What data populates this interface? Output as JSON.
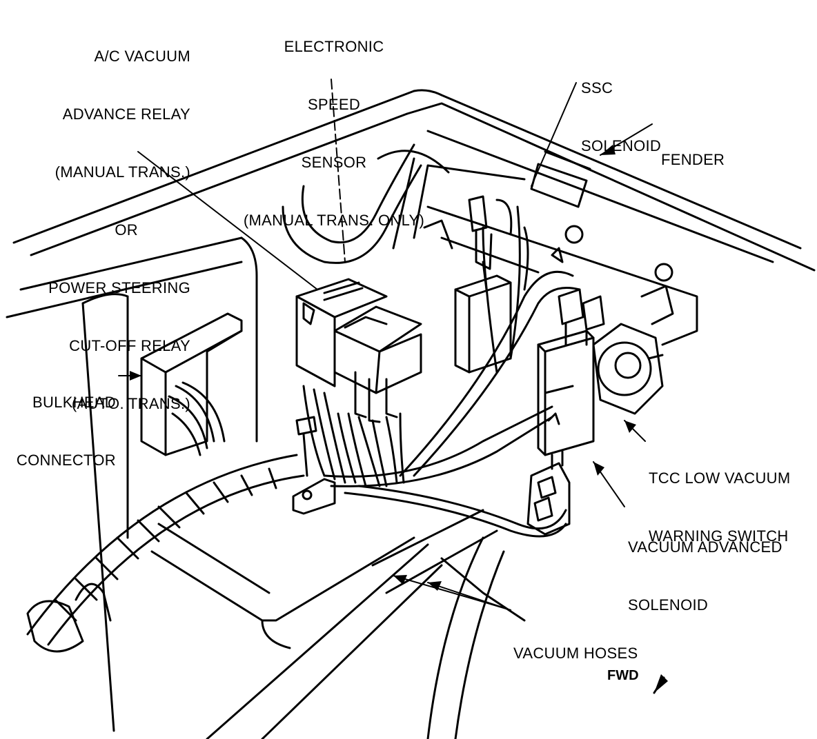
{
  "labels": {
    "ac_relay": [
      "A/C VACUUM",
      "ADVANCE RELAY",
      "(MANUAL TRANS.)",
      "OR",
      "POWER STEERING",
      "CUT-OFF RELAY",
      "(AUTO. TRANS.)"
    ],
    "speed_sensor": [
      "ELECTRONIC",
      "SPEED",
      "SENSOR",
      "(MANUAL TRANS. ONLY)"
    ],
    "ssc_solenoid": [
      "SSC",
      "SOLENOID"
    ],
    "fender": [
      "FENDER"
    ],
    "bulkhead": [
      "BULKHEAD",
      "CONNECTOR"
    ],
    "tcc_switch": [
      "TCC LOW VACUUM",
      "WARNING SWITCH"
    ],
    "vacuum_solenoid": [
      "VACUUM ADVANCED",
      "SOLENOID"
    ],
    "vacuum_hoses": [
      "VACUUM HOSES"
    ],
    "fwd": "FWD"
  },
  "colors": {
    "ink": "#000000",
    "paper": "#ffffff"
  }
}
